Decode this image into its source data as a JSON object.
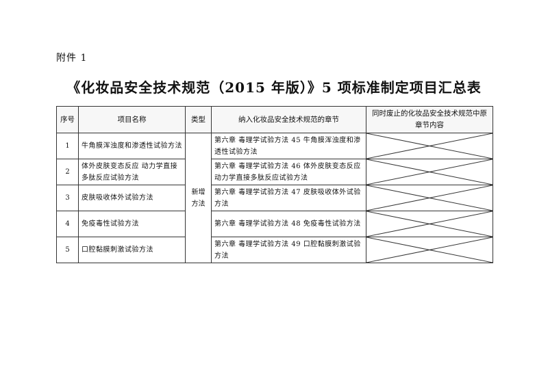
{
  "attachment": "附件 1",
  "title": "《化妆品安全技术规范（2015 年版）》5 项标准制定项目汇总表",
  "table": {
    "headers": {
      "seq": "序号",
      "name": "项目名称",
      "type": "类型",
      "chapter": "纳入化妆品安全技术规范的章节",
      "abolished": "同时废止的化妆品安全技术规范中原章节内容"
    },
    "type_value": "新增方法",
    "rows": [
      {
        "seq": "1",
        "name": "牛角膜浑浊度和渗透性试验方法",
        "chapter": "第六章  毒理学试验方法 45 牛角膜浑浊度和渗透性试验方法"
      },
      {
        "seq": "2",
        "name": "体外皮肤变态反应 动力学直接多肽反应试验方法",
        "chapter": "第六章  毒理学试验方法 46 体外皮肤变态反应 动力学直接多肽反应试验方法"
      },
      {
        "seq": "3",
        "name": "皮肤吸收体外试验方法",
        "chapter": "第六章  毒理学试验方法 47 皮肤吸收体外试验方法"
      },
      {
        "seq": "4",
        "name": "免疫毒性试验方法",
        "chapter": "第六章  毒理学试验方法 48 免疫毒性试验方法"
      },
      {
        "seq": "5",
        "name": "口腔黏膜刺激试验方法",
        "chapter": "第六章  毒理学试验方法 49 口腔黏膜刺激试验方法"
      }
    ]
  }
}
